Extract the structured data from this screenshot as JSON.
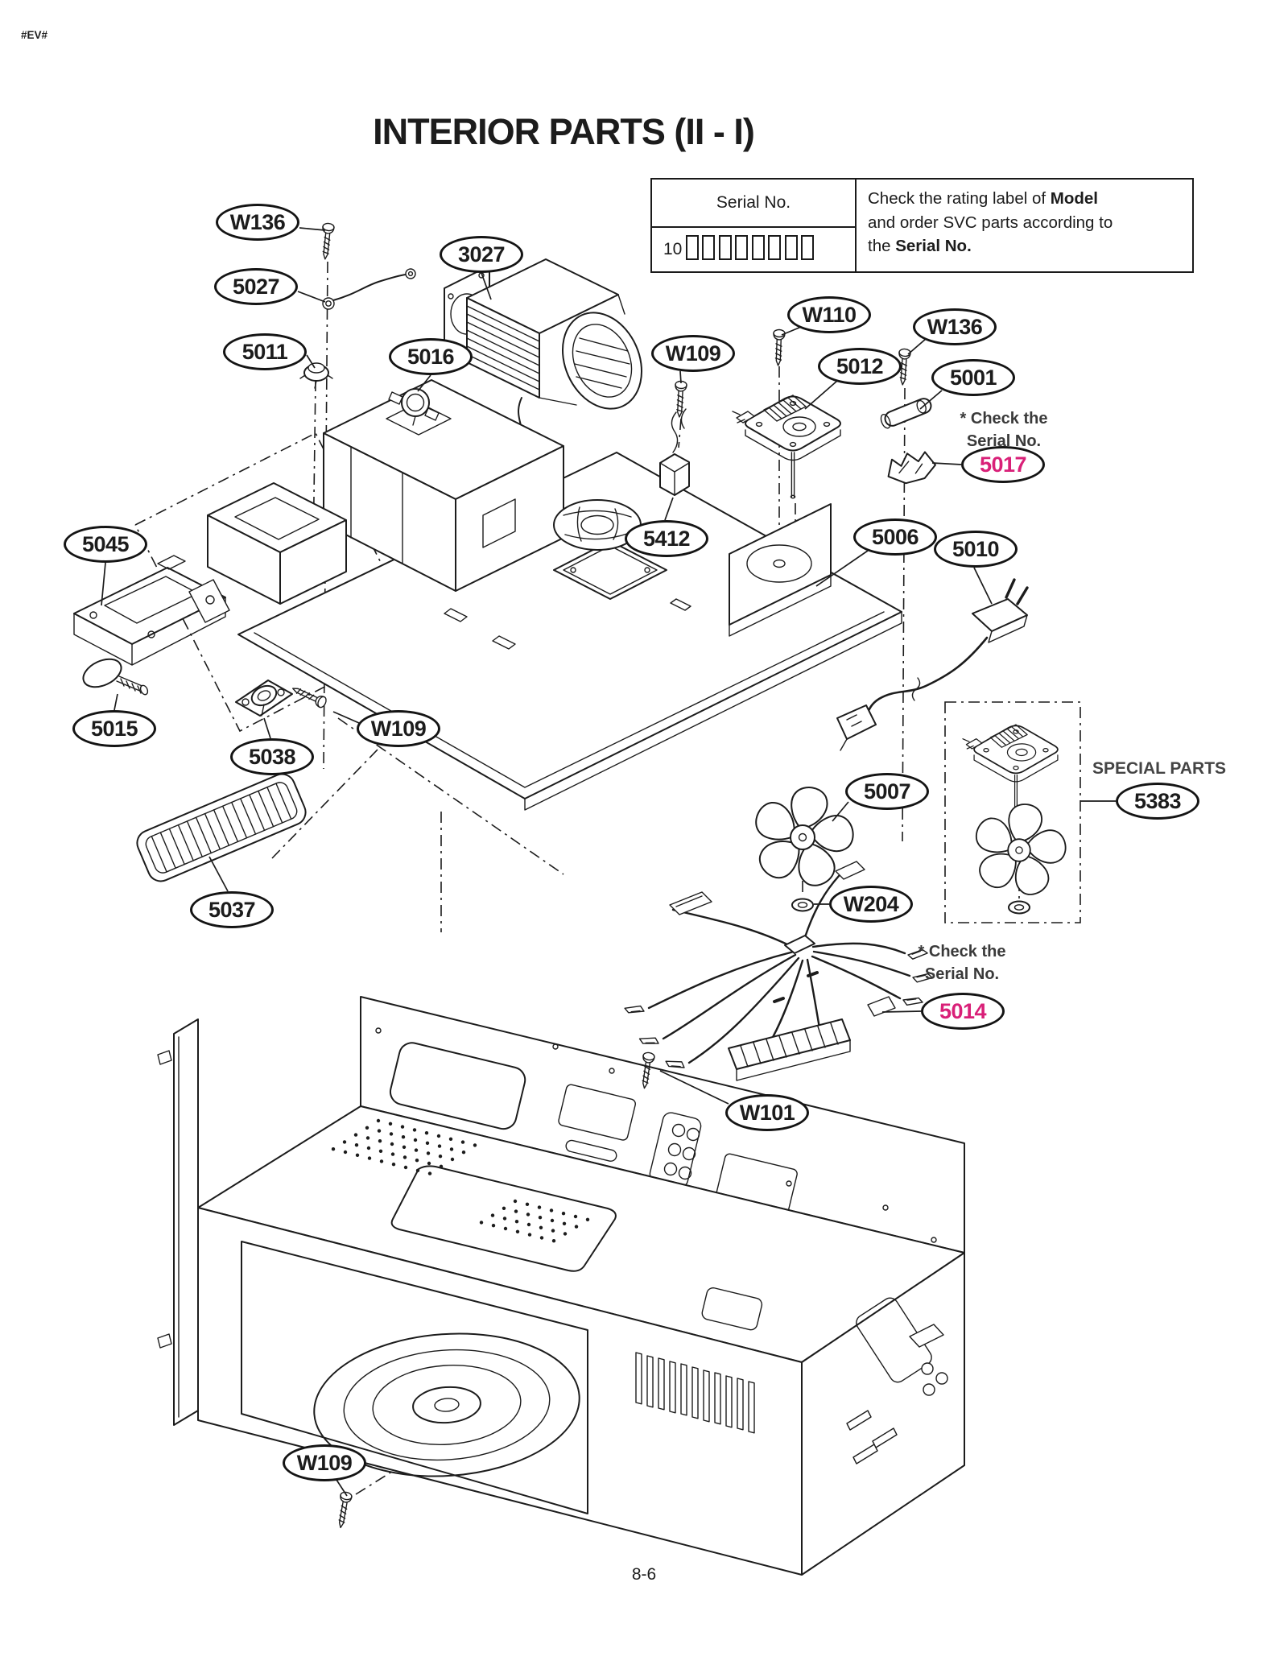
{
  "page": {
    "corner_mark": "#EV#",
    "title": "INTERIOR PARTS (II - I)",
    "page_number": "8-6"
  },
  "serial_box": {
    "header": "Serial No.",
    "prefix": "10",
    "digit_box_count": 8,
    "note": {
      "l1": "Check the rating label of ",
      "l1_bold": "Model",
      "l2": "and order SVC parts according to",
      "l3": "the ",
      "l3_bold": "Serial No."
    }
  },
  "annotations": {
    "check_serial_top": {
      "line1": "* Check the",
      "line2": "Serial No."
    },
    "check_serial_mid": {
      "line1": "* Check the",
      "line2": "Serial No."
    },
    "special_parts": "SPECIAL PARTS"
  },
  "callouts": [
    {
      "id": "w136-top",
      "text": "W136",
      "highlight": false
    },
    {
      "id": "5027",
      "text": "5027",
      "highlight": false
    },
    {
      "id": "3027",
      "text": "3027",
      "highlight": false
    },
    {
      "id": "5011",
      "text": "5011",
      "highlight": false
    },
    {
      "id": "5016",
      "text": "5016",
      "highlight": false
    },
    {
      "id": "w109-mid",
      "text": "W109",
      "highlight": false
    },
    {
      "id": "w110",
      "text": "W110",
      "highlight": false
    },
    {
      "id": "5012",
      "text": "5012",
      "highlight": false
    },
    {
      "id": "w136-right",
      "text": "W136",
      "highlight": false
    },
    {
      "id": "5001",
      "text": "5001",
      "highlight": false
    },
    {
      "id": "5017",
      "text": "5017",
      "highlight": true
    },
    {
      "id": "5412",
      "text": "5412",
      "highlight": false
    },
    {
      "id": "5006",
      "text": "5006",
      "highlight": false
    },
    {
      "id": "5010",
      "text": "5010",
      "highlight": false
    },
    {
      "id": "5045",
      "text": "5045",
      "highlight": false
    },
    {
      "id": "5015",
      "text": "5015",
      "highlight": false
    },
    {
      "id": "5038",
      "text": "5038",
      "highlight": false
    },
    {
      "id": "w109-left",
      "text": "W109",
      "highlight": false
    },
    {
      "id": "5037",
      "text": "5037",
      "highlight": false
    },
    {
      "id": "5007",
      "text": "5007",
      "highlight": false
    },
    {
      "id": "w204",
      "text": "W204",
      "highlight": false
    },
    {
      "id": "5383",
      "text": "5383",
      "highlight": false
    },
    {
      "id": "5014",
      "text": "5014",
      "highlight": true
    },
    {
      "id": "w101",
      "text": "W101",
      "highlight": false
    },
    {
      "id": "w109-bottom",
      "text": "W109",
      "highlight": false
    }
  ],
  "colors": {
    "ink": "#1c1c1c",
    "highlight_pink": "#d92078",
    "paper": "#ffffff"
  }
}
